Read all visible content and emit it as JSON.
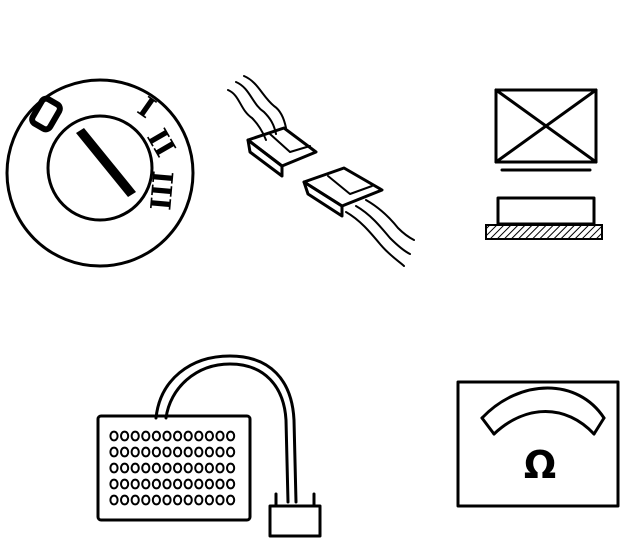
{
  "ignition_switch": {
    "positions": [
      "0",
      "I",
      "II",
      "III"
    ]
  },
  "ohmmeter": {
    "unit_symbol": "Ω"
  },
  "connector_pin_rows": 5,
  "connector_pins_per_row": 12
}
